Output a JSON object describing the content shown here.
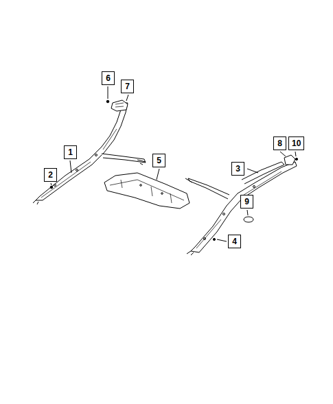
{
  "diagram": {
    "labels": [
      "6",
      "7",
      "1",
      "2",
      "5",
      "3",
      "8",
      "10",
      "9",
      "4"
    ]
  }
}
